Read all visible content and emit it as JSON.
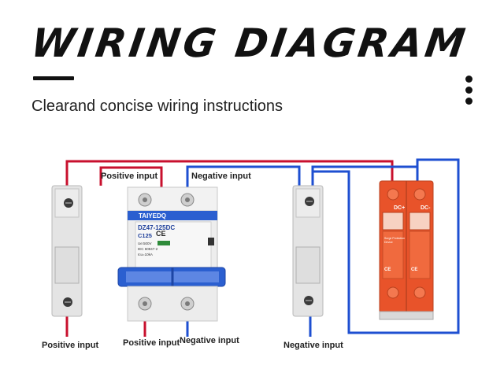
{
  "header": {
    "title": "WIRING DIAGRAM",
    "subtitle": "Clearand concise wiring instructions"
  },
  "icons": {
    "menu": "vertical-dots-icon"
  },
  "colors": {
    "positive_wire": "#c8102e",
    "negative_wire": "#1e4fd1",
    "spd_body": "#e8532a",
    "breaker_handle": "#2b5fd0"
  },
  "breaker": {
    "brand": "TAIYEDQ",
    "model": "DZ47-125DC",
    "rating": "C125",
    "spec_1": "Ue:500V",
    "spec_2": "IEC 60947-2",
    "spec_3": "Icu=10kA",
    "mark": "CE"
  },
  "spd": {
    "pole_plus": "DC+",
    "pole_minus": "DC-",
    "mark": "CE",
    "line_1": "Surge Protection",
    "line_2": "Device"
  },
  "labels": {
    "top_positive": "Positive input",
    "top_negative": "Negative input",
    "bottom_positive_left": "Positive input",
    "bottom_positive_center": "Positive input",
    "bottom_negative_center": "Negative input",
    "bottom_negative_right": "Negative input"
  }
}
